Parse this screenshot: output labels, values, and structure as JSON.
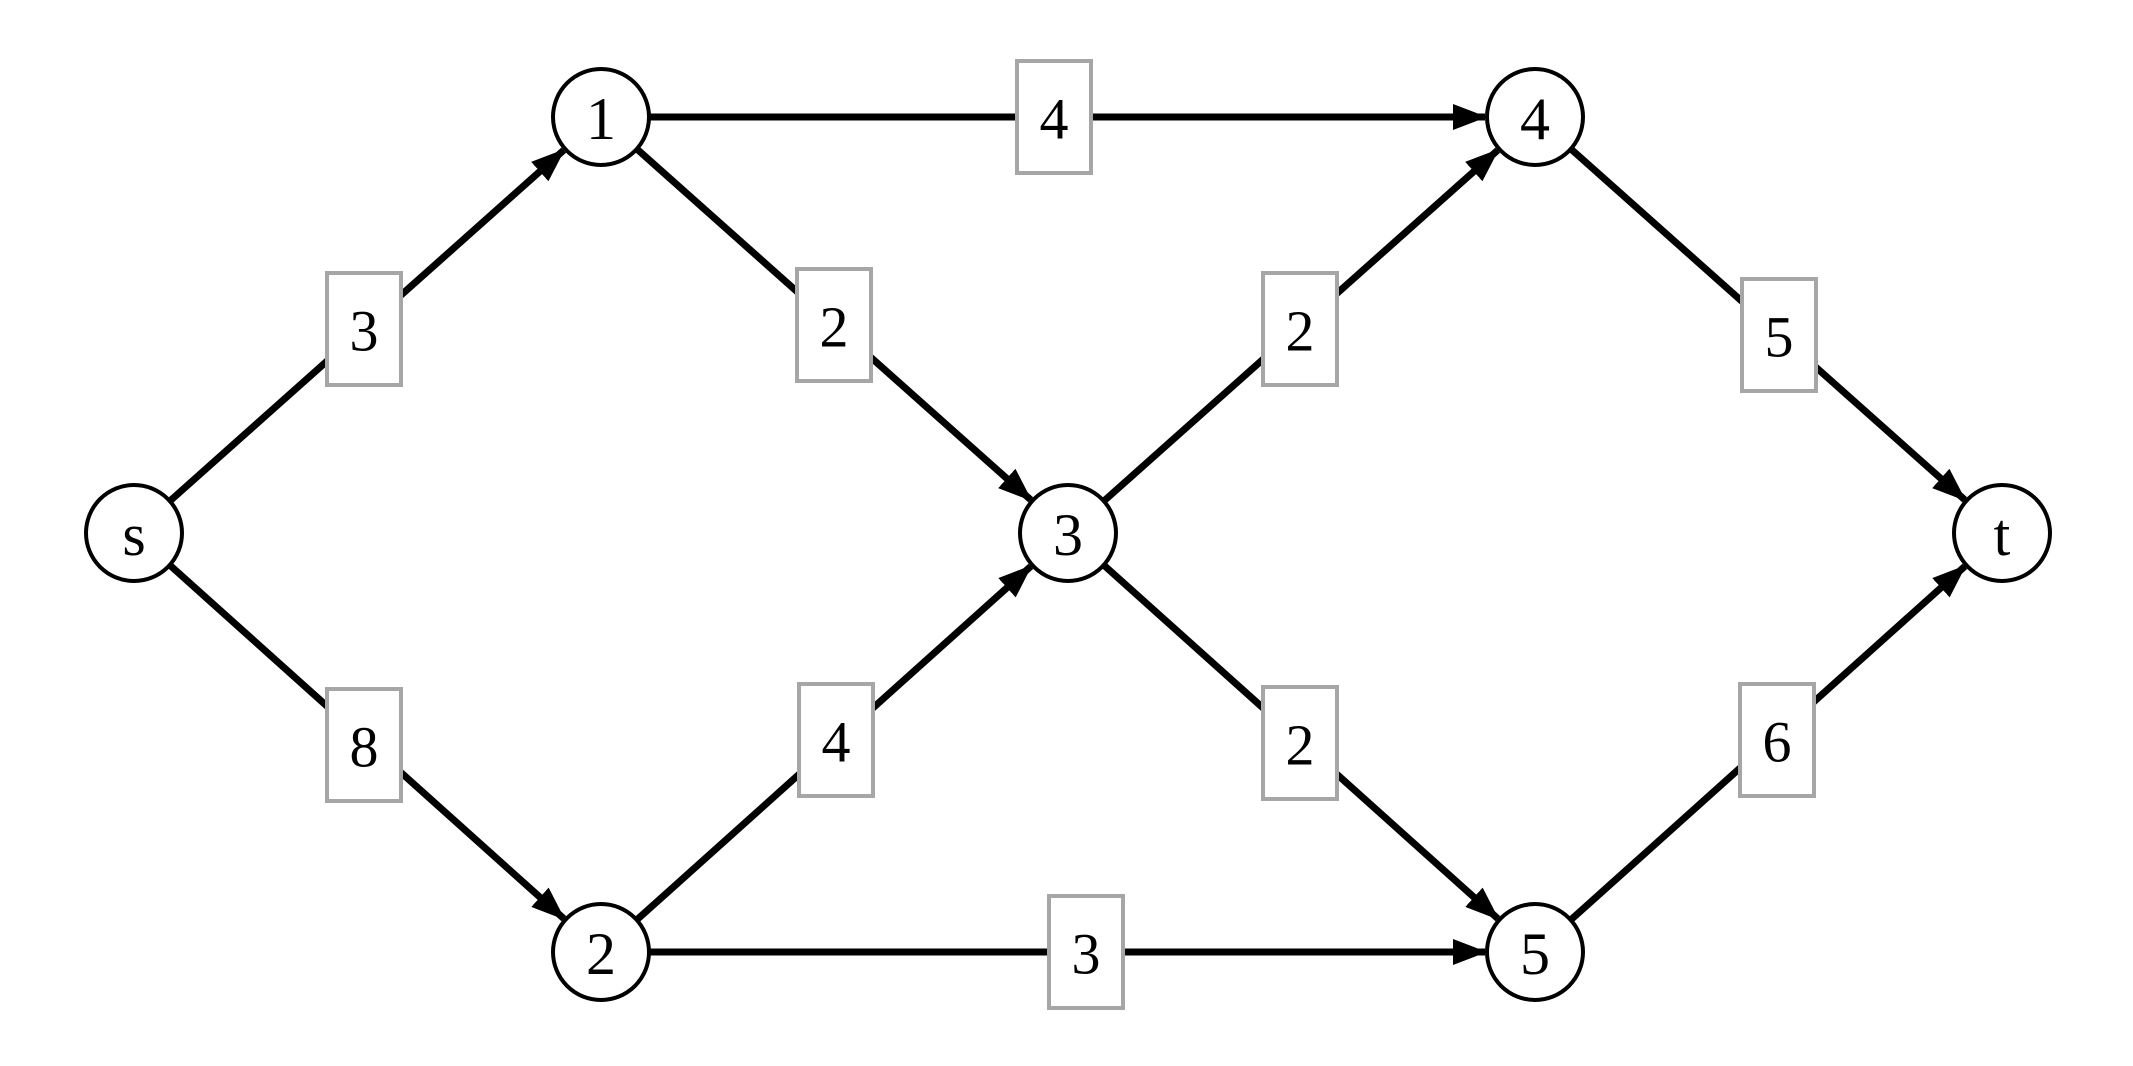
{
  "nodes": [
    {
      "id": "s",
      "label": "s"
    },
    {
      "id": "1",
      "label": "1"
    },
    {
      "id": "2",
      "label": "2"
    },
    {
      "id": "3",
      "label": "3"
    },
    {
      "id": "4",
      "label": "4"
    },
    {
      "id": "5",
      "label": "5"
    },
    {
      "id": "t",
      "label": "t"
    }
  ],
  "edges": [
    {
      "from": "s",
      "to": "1",
      "weight": "3"
    },
    {
      "from": "s",
      "to": "2",
      "weight": "8"
    },
    {
      "from": "1",
      "to": "4",
      "weight": "4"
    },
    {
      "from": "1",
      "to": "3",
      "weight": "2"
    },
    {
      "from": "2",
      "to": "3",
      "weight": "4"
    },
    {
      "from": "2",
      "to": "5",
      "weight": "3"
    },
    {
      "from": "3",
      "to": "4",
      "weight": "2"
    },
    {
      "from": "3",
      "to": "5",
      "weight": "2"
    },
    {
      "from": "4",
      "to": "t",
      "weight": "5"
    },
    {
      "from": "5",
      "to": "t",
      "weight": "6"
    }
  ],
  "colors": {
    "edge": "#000000",
    "node_stroke": "#000000",
    "node_fill": "#ffffff",
    "weight_box_stroke": "#a6a6a6"
  }
}
